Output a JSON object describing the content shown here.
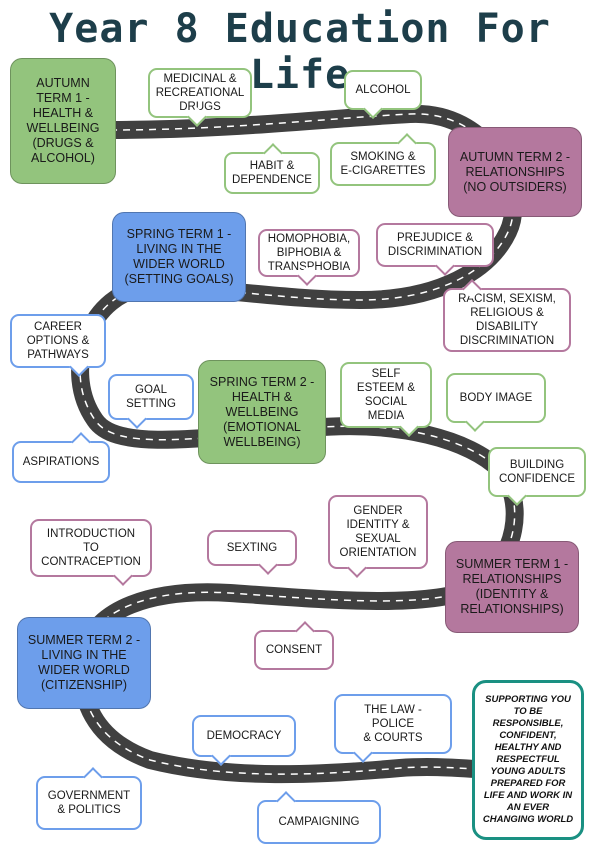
{
  "title": "Year 8 Education For Life",
  "colors": {
    "green_term": "#93c47d",
    "purple_term": "#b4789e",
    "blue_term": "#6d9eeb",
    "green_bubble_border": "#93c47d",
    "purple_bubble_border": "#b4789e",
    "blue_bubble_border": "#6d9eeb",
    "road": "#404040",
    "road_dash": "#ffffff",
    "mission_border": "#1a9082"
  },
  "terms": {
    "autumn1": "AUTUMN\nTERM 1 -\nHEALTH &\nWELLBEING\n(DRUGS &\nALCOHOL)",
    "autumn2": "AUTUMN TERM 2 -\nRELATIONSHIPS\n(NO OUTSIDERS)",
    "spring1": "SPRING TERM 1 -\nLIVING IN THE\nWIDER WORLD\n(SETTING GOALS)",
    "spring2": "SPRING TERM 2 -\nHEALTH &\nWELLBEING\n(EMOTIONAL\nWELLBEING)",
    "summer1": "SUMMER TERM 1 -\nRELATIONSHIPS\n(IDENTITY &\nRELATIONSHIPS)",
    "summer2": "SUMMER TERM 2 -\nLIVING IN THE\nWIDER WORLD\n(CITIZENSHIP)"
  },
  "topics": {
    "medicinal": "MEDICINAL &\nRECREATIONAL\nDRUGS",
    "alcohol": "ALCOHOL",
    "habit": "HABIT &\nDEPENDENCE",
    "smoking": "SMOKING &\nE-CIGARETTES",
    "homophobia": "HOMOPHOBIA,\nBIPHOBIA &\nTRANSPHOBIA",
    "prejudice": "PREJUDICE &\nDISCRIMINATION",
    "racism": "RACISM, SEXISM,\nRELIGIOUS &\nDISABILITY\nDISCRIMINATION",
    "career": "CAREER\nOPTIONS &\nPATHWAYS",
    "goal": "GOAL\nSETTING",
    "aspirations": "ASPIRATIONS",
    "self_esteem": "SELF\nESTEEM &\nSOCIAL\nMEDIA",
    "body_image": "BODY IMAGE",
    "confidence": "BUILDING\nCONFIDENCE",
    "contraception": "INTRODUCTION\nTO\nCONTRACEPTION",
    "sexting": "SEXTING",
    "gender": "GENDER\nIDENTITY &\nSEXUAL\nORIENTATION",
    "consent": "CONSENT",
    "democracy": "DEMOCRACY",
    "law": "THE LAW - POLICE\n& COURTS",
    "government": "GOVERNMENT\n& POLITICS",
    "campaigning": "CAMPAIGNING"
  },
  "mission": "SUPPORTING YOU\nTO BE\nRESPONSIBLE,\nCONFIDENT,\nHEALTHY AND\nRESPECTFUL\nYOUNG ADULTS\nPREPARED FOR\nLIFE AND WORK IN\nAN EVER\nCHANGING WORLD"
}
